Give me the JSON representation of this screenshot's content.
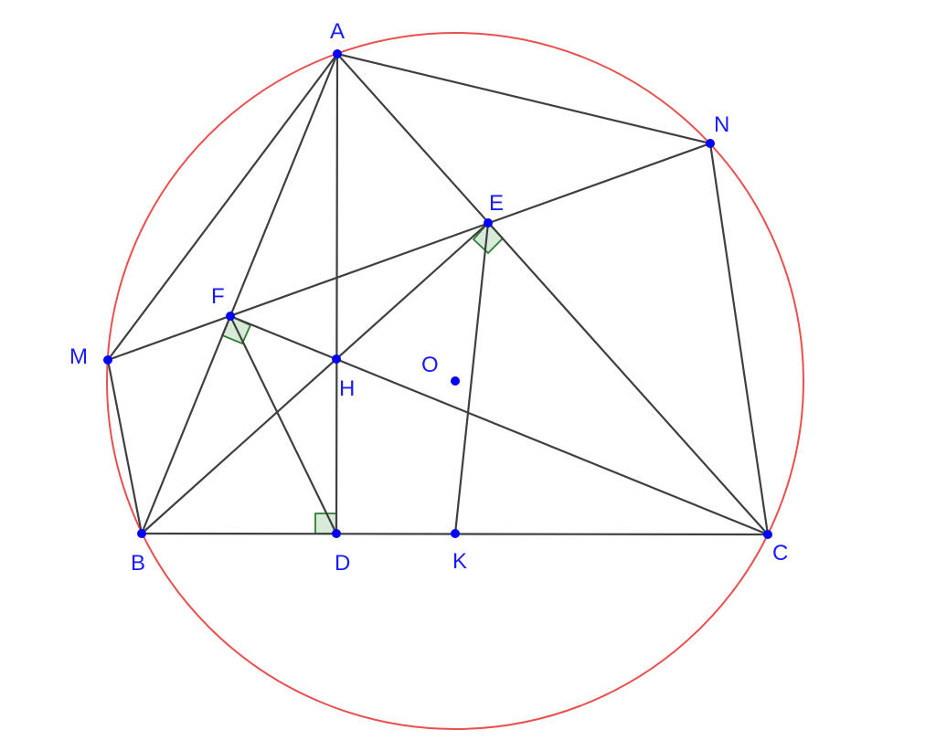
{
  "colors": {
    "circle": "#e8504f",
    "segment": "#3f3f3f",
    "point": "#0000ff",
    "label": "#1a1aff",
    "right_angle_stroke": "#2e7d32",
    "right_angle_fill": "#d8ead8"
  },
  "points": {
    "A": "A",
    "N": "N",
    "E": "E",
    "F": "F",
    "M": "M",
    "O": "O",
    "H": "H",
    "B": "B",
    "D": "D",
    "K": "K",
    "C": "C"
  }
}
